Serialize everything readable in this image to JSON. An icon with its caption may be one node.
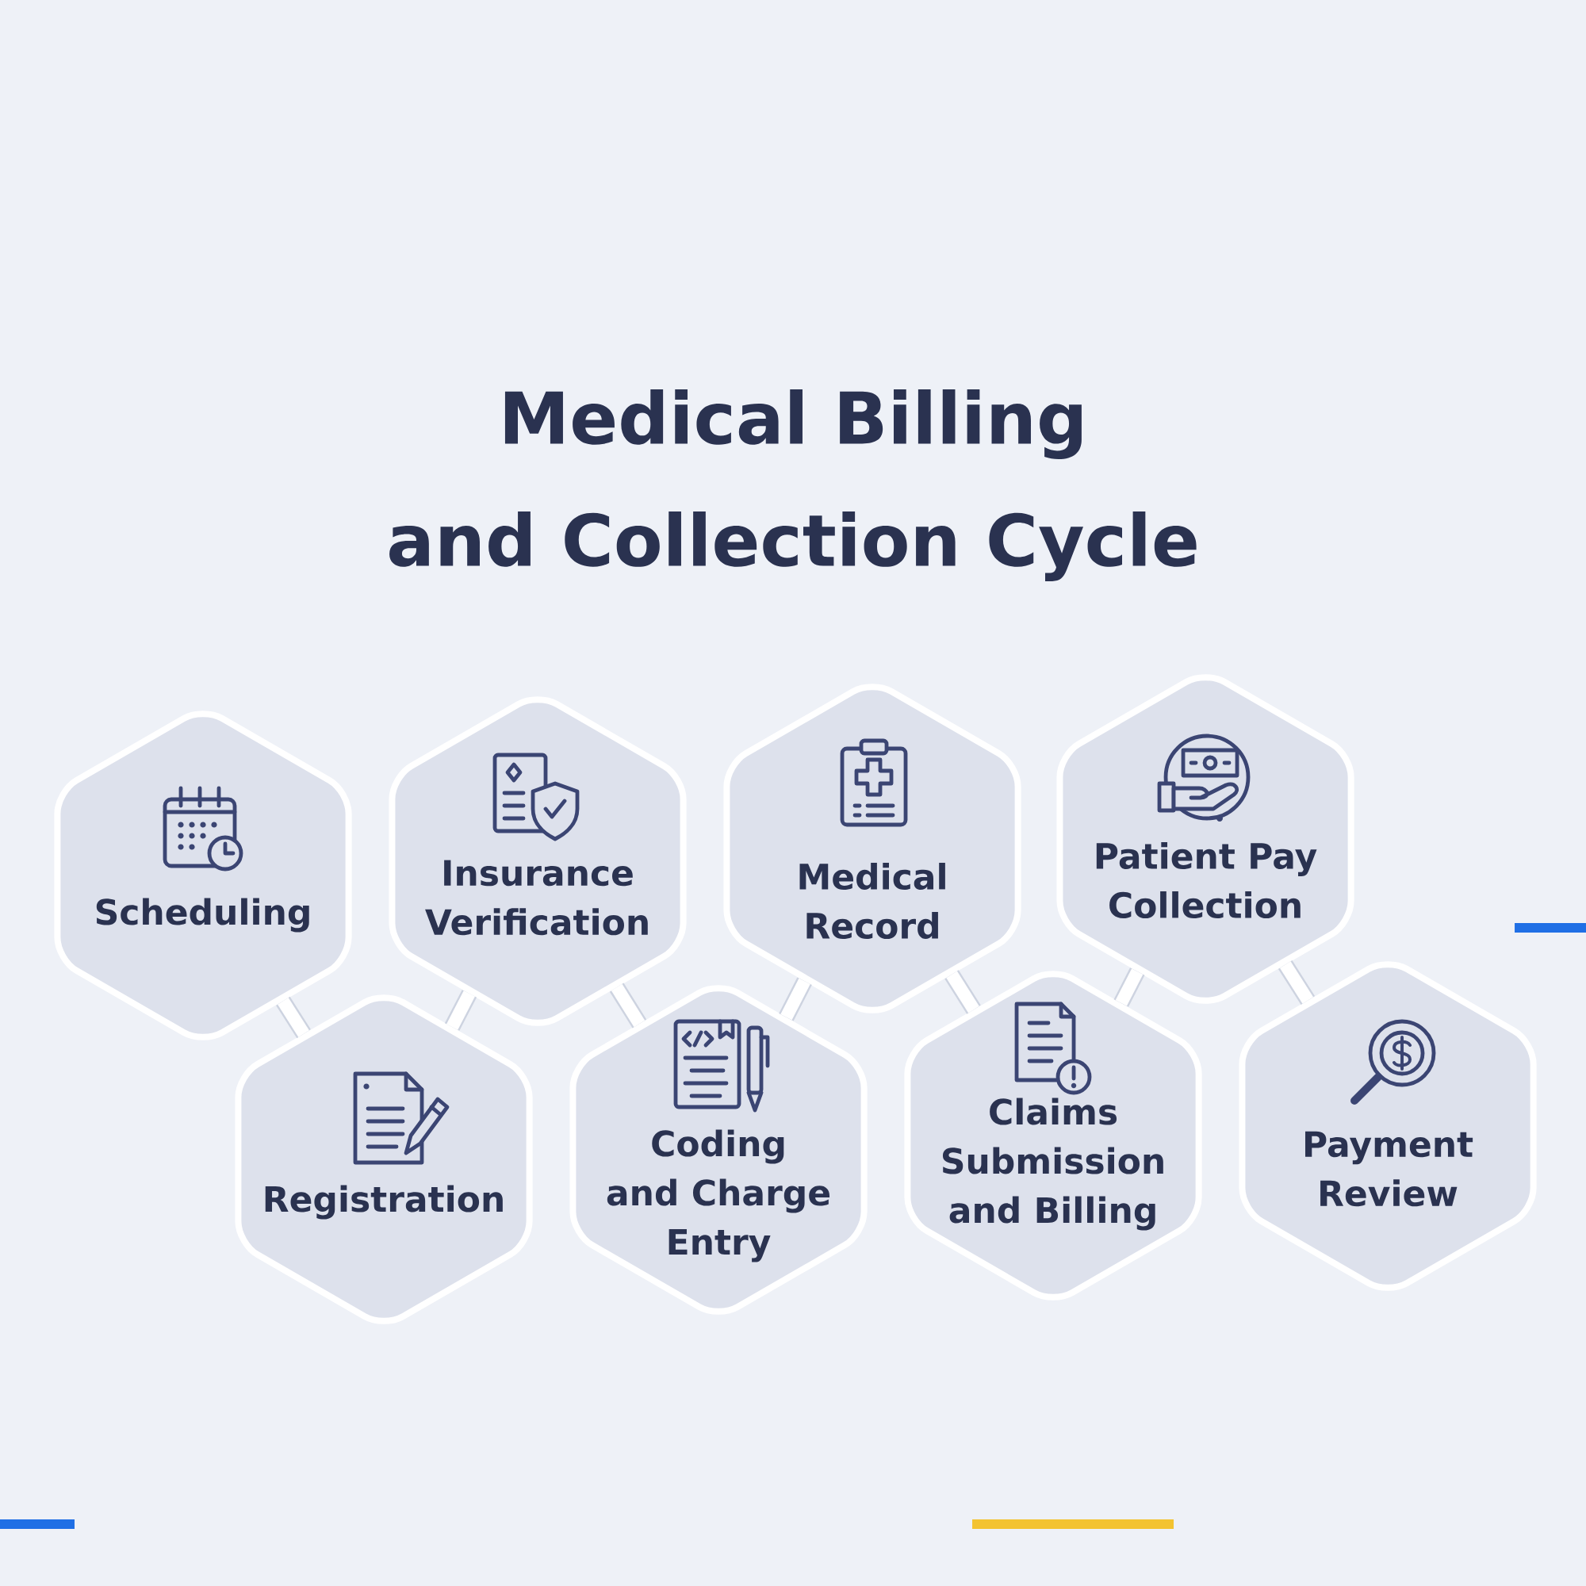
{
  "diagram": {
    "title": "Medical Billing and Collection Cycle",
    "nodes": [
      {
        "text": [
          "Scheduling"
        ]
      },
      {
        "text": [
          "Registration"
        ]
      },
      {
        "text": [
          "Insurance Verification"
        ]
      },
      {
        "text": [
          "Coding and Charge Entry"
        ]
      },
      {
        "text": [
          "Medical Record"
        ]
      },
      {
        "text": [
          "Claims Submission and Billing"
        ]
      },
      {
        "text": [
          "Patient Pay Collection"
        ]
      },
      {
        "text": [
          "Payment Review"
        ]
      }
    ],
    "edges": [
      {
        "from": 0,
        "to": 1,
        "arrow": "none"
      },
      {
        "from": 1,
        "to": 2,
        "arrow": "none"
      },
      {
        "from": 2,
        "to": 3,
        "arrow": "none"
      },
      {
        "from": 3,
        "to": 4,
        "arrow": "none"
      },
      {
        "from": 4,
        "to": 5,
        "arrow": "none"
      },
      {
        "from": 5,
        "to": 6,
        "arrow": "none"
      },
      {
        "from": 6,
        "to": 7,
        "arrow": "none"
      }
    ]
  }
}
